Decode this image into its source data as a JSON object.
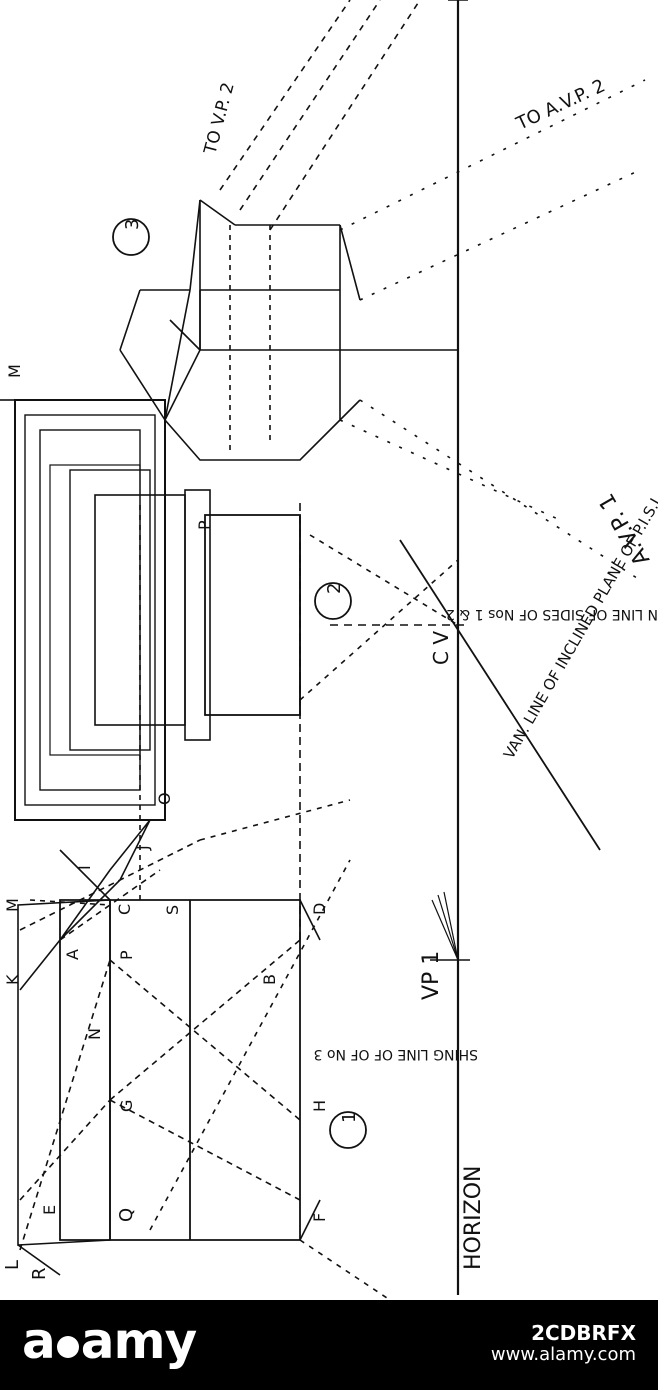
{
  "figure_labels": {
    "horizon": "HORIZON",
    "vp1": "VP 1",
    "cv": "C V",
    "to_vp2": "TO V.P. 2",
    "to_avp2": "TO A.V.P. 2",
    "avp1": "A.V.P. 1",
    "circle_1": "1",
    "circle_2": "2",
    "circle_3": "3",
    "vanishing_line_no3": "SHING LINE OF   OF No 3",
    "vanishing_line_sides": "N LINE OF SIDES  OF Nos 1 & 2",
    "inclined_plane": "VAN. LINE OF INCLINED PLANE OF P.I.S.J.",
    "points": {
      "R": "R",
      "L": "L",
      "E": "E",
      "Q": "Q",
      "F": "F",
      "G": "G",
      "H": "H",
      "N": "N",
      "K": "K",
      "A": "A",
      "P": "P",
      "B": "B",
      "M": "M",
      "C": "C",
      "S": "S",
      "D": "D",
      "I": "I",
      "J": "J",
      "O": "O",
      "P2": "P",
      "M2": "M"
    }
  },
  "watermark": {
    "logo": "alamy",
    "image_id": "2CDBRFX",
    "site": "www.alamy.com"
  }
}
